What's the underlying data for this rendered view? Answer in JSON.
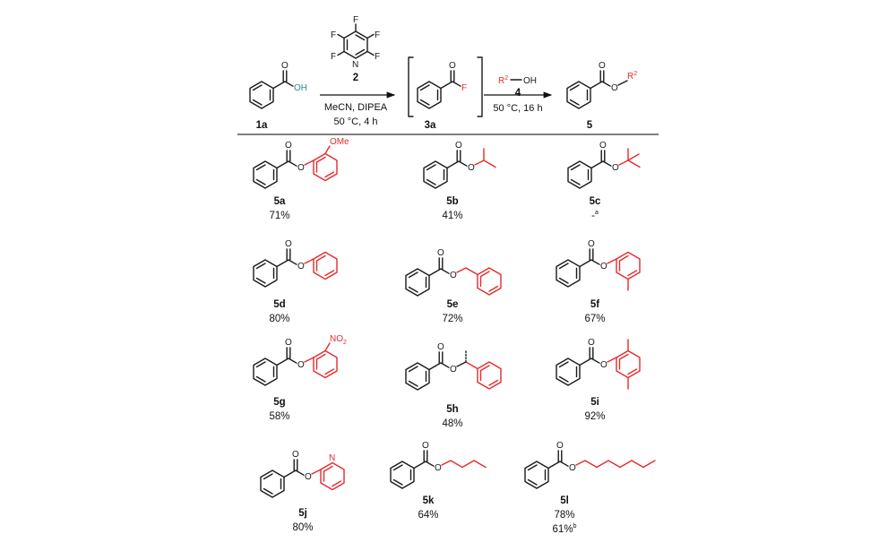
{
  "reaction": {
    "start_label": "1a",
    "start_oh": "OH",
    "reagent2_atoms": {
      "f": "F",
      "n": "N"
    },
    "reagent2_label": "2",
    "step1_conditions": [
      "MeCN, DIPEA",
      "50 °C, 4 h"
    ],
    "intermediate_label": "3a",
    "intermediate_f": "F",
    "reagent4_r": "R",
    "reagent4_sup": "2",
    "reagent4_oh": "OH",
    "reagent4_label": "4",
    "step2_conditions": "50 °C, 16 h",
    "product_o": "O",
    "product_r": "R",
    "product_sup": "2",
    "product_label": "5"
  },
  "atoms": {
    "o": "O"
  },
  "products": [
    {
      "label": "5a",
      "yield": "71%",
      "sub": "OMe"
    },
    {
      "label": "5b",
      "yield": "41%"
    },
    {
      "label": "5c",
      "yield": "-",
      "note": "a"
    },
    {
      "label": "5d",
      "yield": "80%"
    },
    {
      "label": "5e",
      "yield": "72%"
    },
    {
      "label": "5f",
      "yield": "67%"
    },
    {
      "label": "5g",
      "yield": "58%",
      "sub": "NO",
      "sub_sub": "2"
    },
    {
      "label": "5h",
      "yield": "48%"
    },
    {
      "label": "5i",
      "yield": "92%"
    },
    {
      "label": "5j",
      "yield": "80%",
      "sub": "N"
    },
    {
      "label": "5k",
      "yield": "64%"
    },
    {
      "label": "5l",
      "yield": "78%",
      "yield2": "61%",
      "note2": "b"
    }
  ],
  "colors": {
    "bond": "#1a1a1a",
    "highlight": "#e8292b",
    "hydroxyl": "#2a8a8a"
  }
}
